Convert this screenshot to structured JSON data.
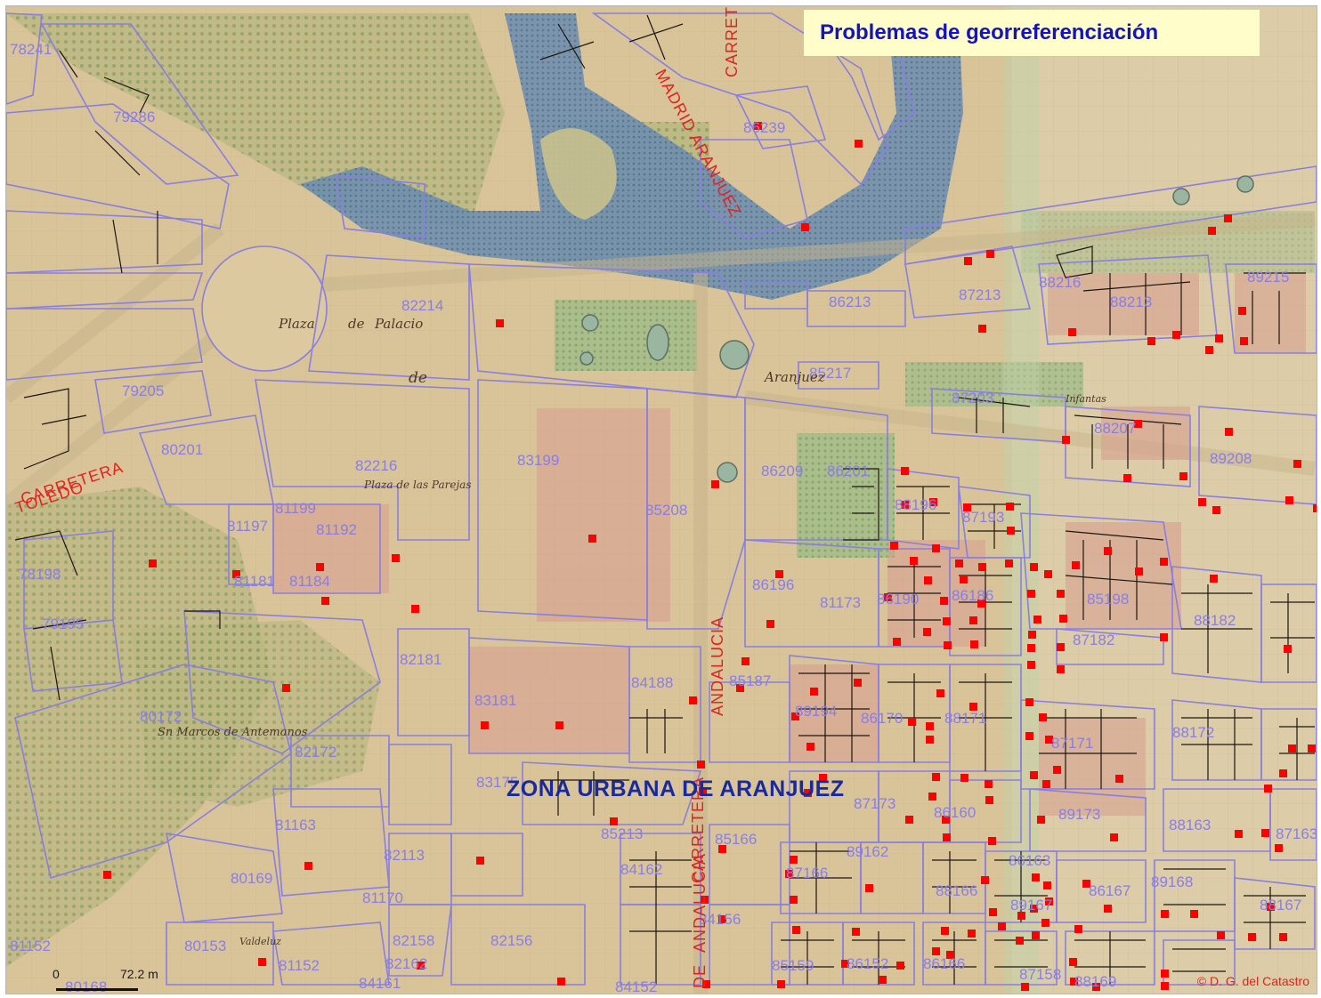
{
  "title": "Problemas de georreferenciación",
  "map": {
    "zone_label": "ZONA URBANA DE ARANJUEZ",
    "parcel_labels": [
      "78241",
      "79286",
      "86239",
      "82214",
      "79205",
      "80201",
      "82216",
      "83199",
      "85217",
      "86209",
      "85208",
      "81199",
      "81197",
      "81192",
      "78198",
      "81181",
      "81184",
      "79195",
      "86196",
      "81173",
      "82181",
      "83181",
      "84188",
      "85187",
      "80172",
      "82172",
      "81163",
      "82113",
      "80169",
      "81170",
      "82158",
      "82162",
      "80153",
      "81152",
      "80168",
      "84156",
      "82156",
      "81152",
      "84152",
      "84161",
      "85159",
      "86152",
      "86166",
      "87158",
      "88169",
      "87213",
      "88216",
      "89215",
      "86213",
      "88213",
      "87203",
      "88207",
      "89208",
      "86201",
      "87193",
      "88196",
      "85198",
      "86190",
      "86186",
      "87182",
      "88182",
      "89194",
      "86170",
      "88171",
      "87173",
      "86160",
      "87171",
      "88172",
      "89173",
      "88163",
      "87163",
      "89162",
      "86163",
      "87166",
      "88166",
      "86167",
      "89168",
      "88167",
      "89167",
      "85213",
      "84162",
      "85166",
      "83175"
    ],
    "street_labels": [
      "MADRID ARANJUEZ",
      "CARRET",
      "CARRETERA",
      "TOLEDO",
      "ANDALUCIA",
      "CARRETERA",
      "ANDALUCIA",
      "DE"
    ],
    "handwritten_labels": [
      "Plaza",
      "de",
      "Palacio",
      "de",
      "Aranjuez",
      "Plaza de las Parejas",
      "Sn Marcos de Antemanos",
      "Valdeluz",
      "Infantas"
    ],
    "colors": {
      "map_base": "#d9c49a",
      "parcel_lines": "#8a7ee0",
      "markers": "#ff0000",
      "street_labels": "#e4211e",
      "title_text": "#1212c9",
      "title_background": "#fffdc9",
      "zone_label": "#1a2a9a"
    }
  },
  "scale": {
    "zero": "0",
    "distance": "72.2 m"
  },
  "copyright": "© D. G. del Catastro"
}
